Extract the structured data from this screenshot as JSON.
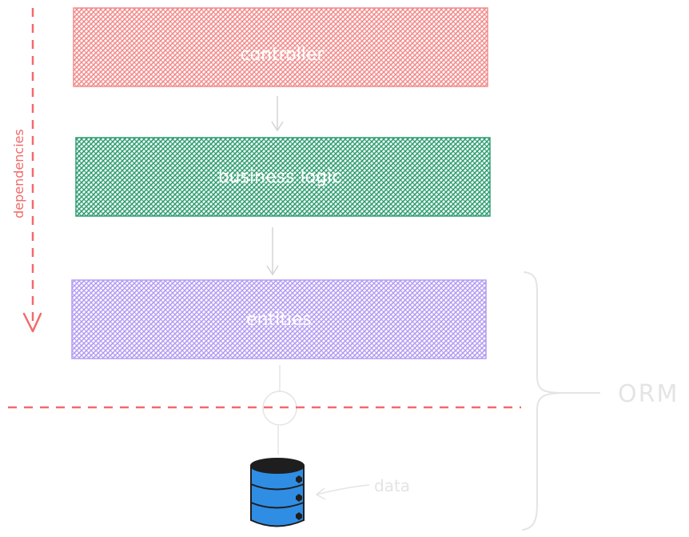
{
  "layers": [
    {
      "label": "controller",
      "color": "#f28c8c"
    },
    {
      "label": "business logic",
      "color": "#2f9e72"
    },
    {
      "label": "entities",
      "color": "#b39cf2"
    }
  ],
  "dependencies_label": "dependencies",
  "orm_label": "ORM",
  "data_label": "data",
  "colors": {
    "accent_red": "#f26a6a",
    "light_gray": "#e4e4e4",
    "database_blue": "#2f8de4"
  },
  "icons": [
    "database-icon",
    "arrow-down-icon",
    "brace-icon"
  ]
}
